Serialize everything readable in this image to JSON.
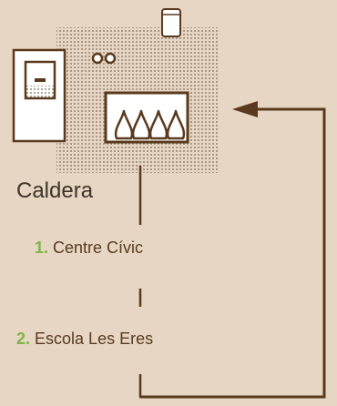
{
  "title": "Caldera",
  "items": [
    {
      "number": "1.",
      "label": "Centre Cívic"
    },
    {
      "number": "2.",
      "label": "Escola Les Eres"
    }
  ],
  "colors": {
    "background": "#e6d6c3",
    "line": "#5a3a1e",
    "dots": "#7a6a58",
    "number": "#7fb446",
    "text": "#5a3a20",
    "title": "#3d3328",
    "device": "#ffffff"
  },
  "icons": [
    "chimney-icon",
    "control-panel-icon",
    "gauge-icon",
    "boiler-flames-icon",
    "return-arrow-icon"
  ]
}
